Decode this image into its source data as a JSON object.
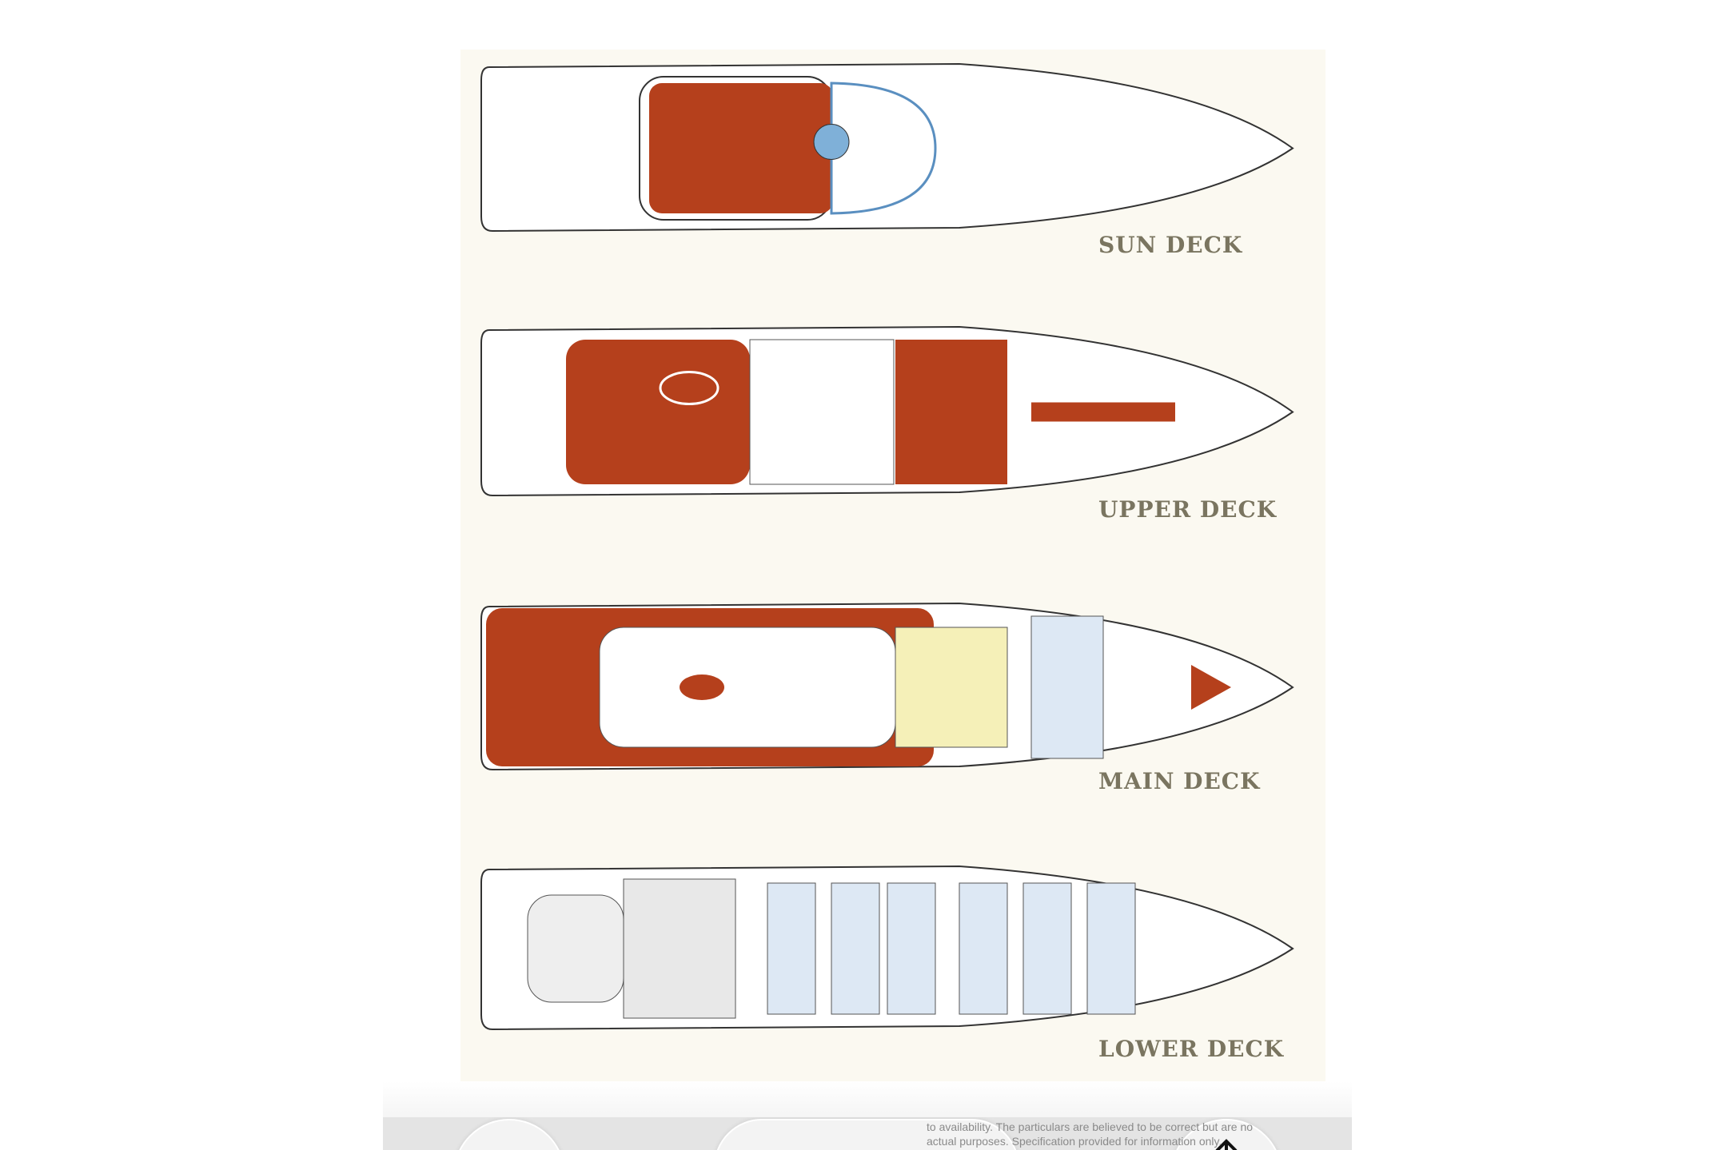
{
  "decks": [
    {
      "label": "SUN DECK"
    },
    {
      "label": "UPPER DECK"
    },
    {
      "label": "MAIN DECK"
    },
    {
      "label": "LOWER DECK"
    }
  ],
  "colors": {
    "teak": "#b5401c",
    "hull_line": "#333333",
    "label": "#7a7560",
    "paper": "#fbf9f1",
    "glass": "#7fb0d8"
  },
  "bottom_bar": {
    "disclaimer_line1": "to availability. The particulars are believed to be correct but are no",
    "disclaimer_line2": "actual purposes. Specification provided for information only.",
    "icons": [
      "circle-button",
      "pill-button",
      "scroll-to-top-arrow-icon"
    ]
  }
}
